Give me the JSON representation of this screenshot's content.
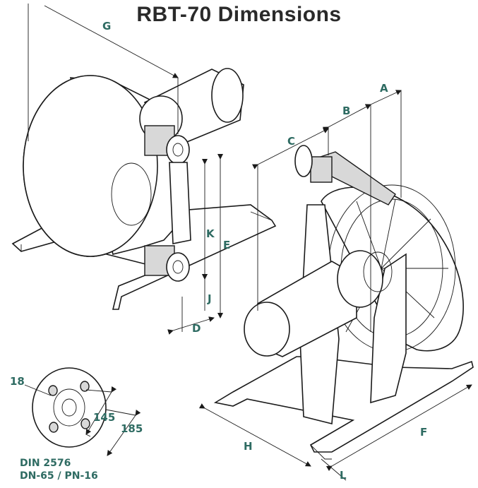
{
  "title": "RBT-70  Dimensions",
  "dimension_labels": {
    "a": "A",
    "b": "B",
    "c": "C",
    "d": "D",
    "e": "E",
    "f": "F",
    "g": "G",
    "h": "H",
    "j": "J",
    "k": "K",
    "l": "L"
  },
  "flange": {
    "bolt_hole": "18",
    "bolt_circle": "145",
    "outer_diameter": "185",
    "standard_line1": "DIN 2576",
    "standard_line2": "DN-65 / PN-16"
  },
  "colors": {
    "label": "#2e6b62",
    "line": "#1a1a1a"
  }
}
